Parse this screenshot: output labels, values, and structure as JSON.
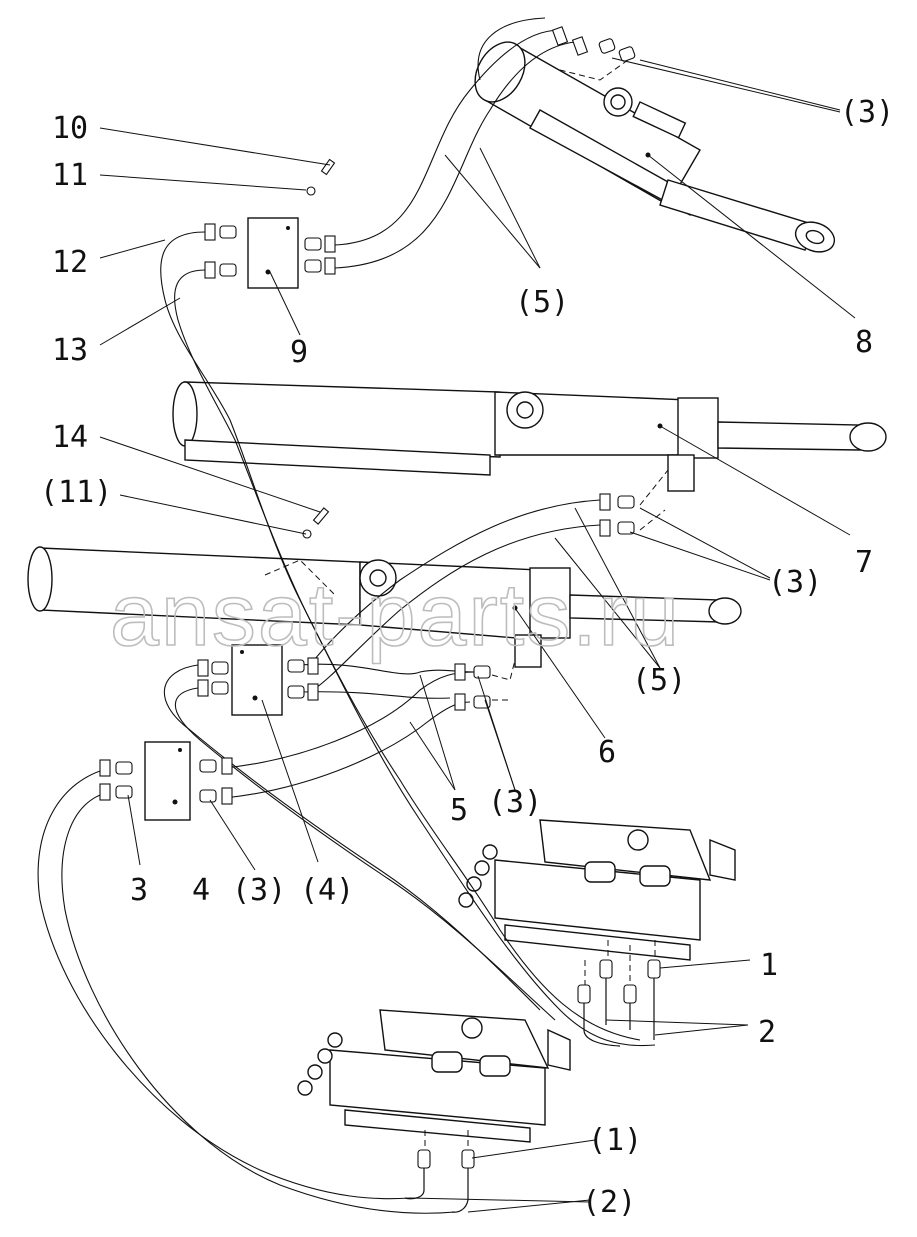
{
  "watermark": "ansat-parts.ru",
  "corner_mark": "",
  "labels": {
    "l1": "1",
    "l2": "2",
    "l3": "3",
    "l4": "4",
    "l5": "5",
    "l6": "6",
    "l7": "7",
    "l8": "8",
    "l9": "9",
    "l10": "10",
    "l11": "11",
    "l12": "12",
    "l13": "13",
    "l14": "14",
    "p1": "(1)",
    "p2": "(2)",
    "p3_top": "(3)",
    "p3_mid": "(3)",
    "p3_low": "(3)",
    "p3_bottom": "(3)",
    "p4": "(4)",
    "p5_top": "(5)",
    "p5_mid": "(5)",
    "p11": "(11)"
  }
}
